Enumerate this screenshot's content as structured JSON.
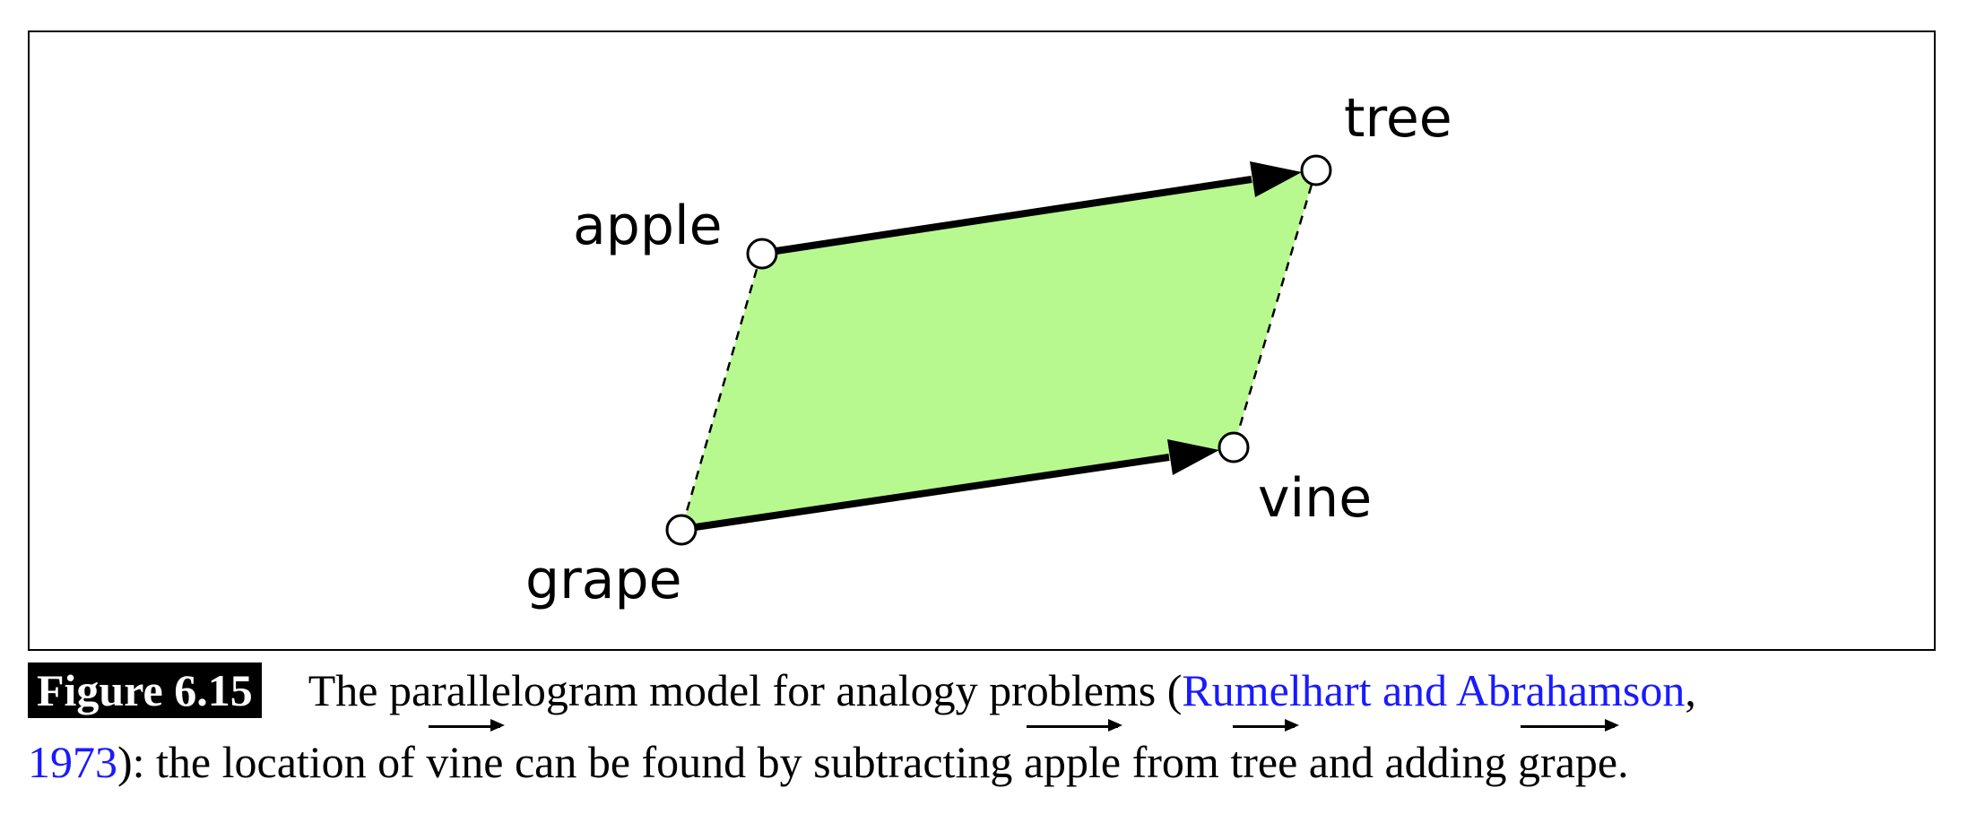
{
  "diagram": {
    "nodes": {
      "apple": "apple",
      "tree": "tree",
      "grape": "grape",
      "vine": "vine"
    },
    "colors": {
      "fill": "#b8f98f",
      "edge": "#000000"
    }
  },
  "caption": {
    "tag": "Figure 6.15",
    "text1": "The parallelogram model for analogy problems (",
    "cite": "Rumelhart and Abrahamson",
    "comma": ",",
    "year": "1973",
    "text2": "): the location of ",
    "vec1": "vine",
    "text3": " can be found by subtracting ",
    "vec2": "apple",
    "text4": " from ",
    "vec3": "tree",
    "text5": " and adding ",
    "vec4": "grape",
    "end": "."
  }
}
